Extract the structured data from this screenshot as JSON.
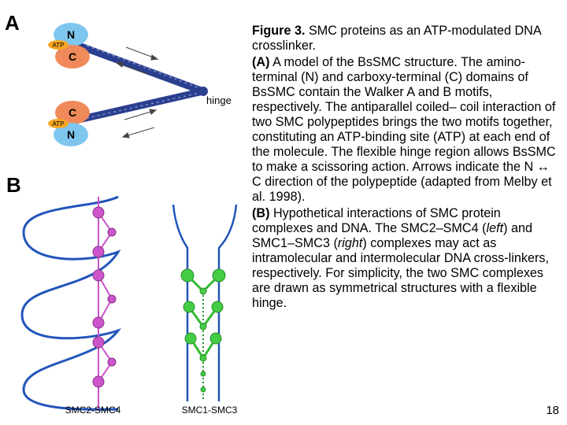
{
  "figure": {
    "panel_a_label": "A",
    "panel_b_label": "B",
    "panel_a": {
      "top_n": "N",
      "top_atp": "ATP",
      "top_c": "C",
      "bottom_c": "C",
      "bottom_atp": "ATP",
      "bottom_n": "N",
      "hinge_label": "hinge"
    },
    "panel_b": {
      "left_label": "SMC2-SMC4",
      "right_label": "SMC1-SMC3"
    },
    "colors": {
      "n_domain": "#7fc6ef",
      "c_domain": "#f08a5a",
      "atp": "#f5a623",
      "coil": "#2b3f8f",
      "dna": "#2255bb",
      "smc_left": "#cc55cc",
      "smc_right": "#33bb33",
      "chain_right": "#2b8f2b"
    }
  },
  "caption": {
    "title_bold": "Figure 3.",
    "title_rest": " SMC proteins as an ATP-modulated DNA crosslinker.",
    "a_label": "(A)",
    "a_text": " A model of the BsSMC structure. The amino-terminal (N) and carboxy-terminal (C) domains of BsSMC contain the Walker A and B motifs, respectively. The antiparallel coiled– coil interaction of two SMC polypeptides brings the two motifs together, constituting an ATP-binding site (ATP) at each end of the molecule. The flexible hinge region allows BsSMC to make a scissoring action. Arrows indicate the N ↔ C direction of the polypeptide (adapted from Melby et al. 1998).",
    "b_label": "(B)",
    "b_text_1": " Hypothetical interactions of SMC protein complexes and DNA. The SMC2–SMC4 (",
    "b_left": "left",
    "b_text_2": ") and SMC1–SMC3 (",
    "b_right": "right",
    "b_text_3": ") complexes may act as intramolecular and intermolecular DNA cross-linkers, respectively. For simplicity, the two SMC complexes are drawn as symmetrical structures with a flexible hinge."
  },
  "page_number": "18"
}
